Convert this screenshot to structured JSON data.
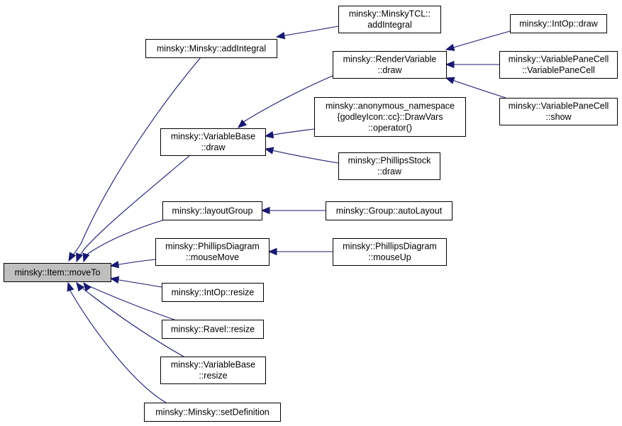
{
  "diagram": {
    "root": "n_root",
    "nodes": [
      {
        "id": "n_root",
        "lines": [
          "minsky::Item::moveTo"
        ],
        "highlighted": true
      },
      {
        "id": "n_addIntegral",
        "lines": [
          "minsky::Minsky::addIntegral"
        ]
      },
      {
        "id": "n_tclAddIntegral",
        "lines": [
          "minsky::MinskyTCL::",
          "addIntegral"
        ]
      },
      {
        "id": "n_varBaseDraw",
        "lines": [
          "minsky::VariableBase",
          "::draw"
        ]
      },
      {
        "id": "n_renderVarDraw",
        "lines": [
          "minsky::RenderVariable",
          "::draw"
        ]
      },
      {
        "id": "n_intOpDraw",
        "lines": [
          "minsky::IntOp::draw"
        ]
      },
      {
        "id": "n_vpcCtor",
        "lines": [
          "minsky::VariablePaneCell",
          "::VariablePaneCell"
        ]
      },
      {
        "id": "n_vpcShow",
        "lines": [
          "minsky::VariablePaneCell",
          "::show"
        ]
      },
      {
        "id": "n_drawVars",
        "lines": [
          "minsky::anonymous_namespace",
          "{godleyIcon::cc}::DrawVars",
          "::operator()"
        ]
      },
      {
        "id": "n_phillipsStockDraw",
        "lines": [
          "minsky::PhillipsStock",
          "::draw"
        ]
      },
      {
        "id": "n_layoutGroup",
        "lines": [
          "minsky::layoutGroup"
        ]
      },
      {
        "id": "n_autoLayout",
        "lines": [
          "minsky::Group::autoLayout"
        ]
      },
      {
        "id": "n_pdMouseMove",
        "lines": [
          "minsky::PhillipsDiagram",
          "::mouseMove"
        ]
      },
      {
        "id": "n_pdMouseUp",
        "lines": [
          "minsky::PhillipsDiagram",
          "::mouseUp"
        ]
      },
      {
        "id": "n_intOpResize",
        "lines": [
          "minsky::IntOp::resize"
        ]
      },
      {
        "id": "n_ravelResize",
        "lines": [
          "minsky::Ravel::resize"
        ]
      },
      {
        "id": "n_varBaseResize",
        "lines": [
          "minsky::VariableBase",
          "::resize"
        ]
      },
      {
        "id": "n_setDefinition",
        "lines": [
          "minsky::Minsky::setDefinition"
        ]
      }
    ],
    "edges": [
      {
        "from": "n_addIntegral",
        "to": "n_root"
      },
      {
        "from": "n_varBaseDraw",
        "to": "n_root"
      },
      {
        "from": "n_layoutGroup",
        "to": "n_root"
      },
      {
        "from": "n_pdMouseMove",
        "to": "n_root"
      },
      {
        "from": "n_intOpResize",
        "to": "n_root"
      },
      {
        "from": "n_ravelResize",
        "to": "n_root"
      },
      {
        "from": "n_varBaseResize",
        "to": "n_root"
      },
      {
        "from": "n_setDefinition",
        "to": "n_root"
      },
      {
        "from": "n_tclAddIntegral",
        "to": "n_addIntegral"
      },
      {
        "from": "n_renderVarDraw",
        "to": "n_varBaseDraw"
      },
      {
        "from": "n_drawVars",
        "to": "n_varBaseDraw"
      },
      {
        "from": "n_phillipsStockDraw",
        "to": "n_varBaseDraw"
      },
      {
        "from": "n_intOpDraw",
        "to": "n_renderVarDraw"
      },
      {
        "from": "n_vpcCtor",
        "to": "n_renderVarDraw"
      },
      {
        "from": "n_vpcShow",
        "to": "n_renderVarDraw"
      },
      {
        "from": "n_autoLayout",
        "to": "n_layoutGroup"
      },
      {
        "from": "n_pdMouseUp",
        "to": "n_pdMouseMove"
      }
    ],
    "colors": {
      "edge": "#191970",
      "node_border": "#000000",
      "node_fill": "#ffffff",
      "highlight_fill": "#bfbfbf"
    }
  }
}
